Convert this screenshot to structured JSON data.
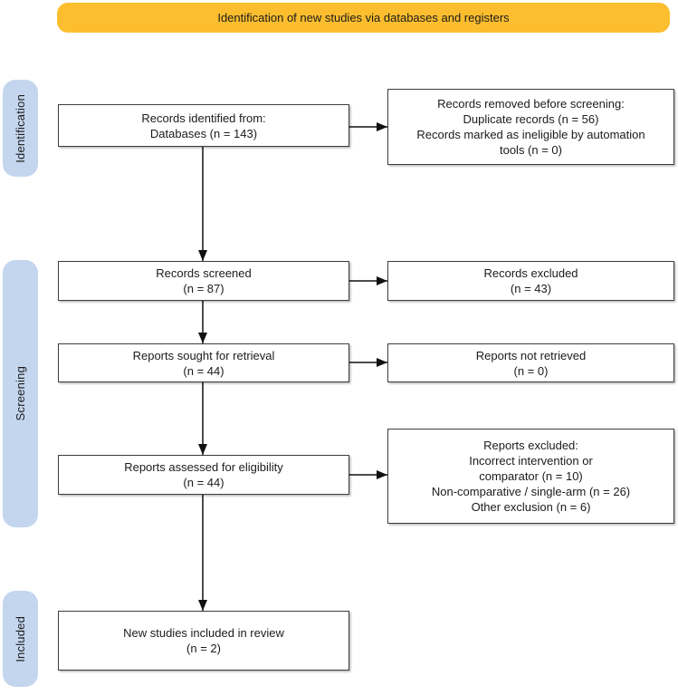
{
  "banner": {
    "label": "Identification of new studies via databases and registers"
  },
  "sidebars": {
    "identification": "Identification",
    "screening": "Screening",
    "included": "Included"
  },
  "boxes": {
    "records_identified": {
      "lines": [
        "Records identified from:",
        "Databases (n = 143)"
      ]
    },
    "records_removed": {
      "lines": [
        "Records removed before screening:",
        "Duplicate records (n = 56)",
        "Records marked as ineligible by automation",
        "tools (n = 0)"
      ]
    },
    "records_screened": {
      "lines": [
        "Records screened",
        "(n = 87)"
      ]
    },
    "records_excluded": {
      "lines": [
        "Records excluded",
        "(n = 43)"
      ]
    },
    "reports_sought": {
      "lines": [
        "Reports sought for retrieval",
        "(n = 44)"
      ]
    },
    "reports_not_retrieved": {
      "lines": [
        "Reports not retrieved",
        "(n = 0)"
      ]
    },
    "reports_assessed": {
      "lines": [
        "Reports assessed for eligibility",
        "(n = 44)"
      ]
    },
    "reports_excluded": {
      "lines": [
        "Reports excluded:",
        "Incorrect intervention or",
        "comparator (n = 10)",
        "Non-comparative / single-arm (n = 26)",
        "Other exclusion (n = 6)"
      ]
    },
    "new_studies_included": {
      "lines": [
        "New studies included in review",
        "(n = 2)"
      ]
    }
  },
  "colors": {
    "banner_bg": "#fcbe2e",
    "sidebar_bg": "#c4d6ee",
    "box_border": "#3d3d3d",
    "arrow": "#111111"
  }
}
